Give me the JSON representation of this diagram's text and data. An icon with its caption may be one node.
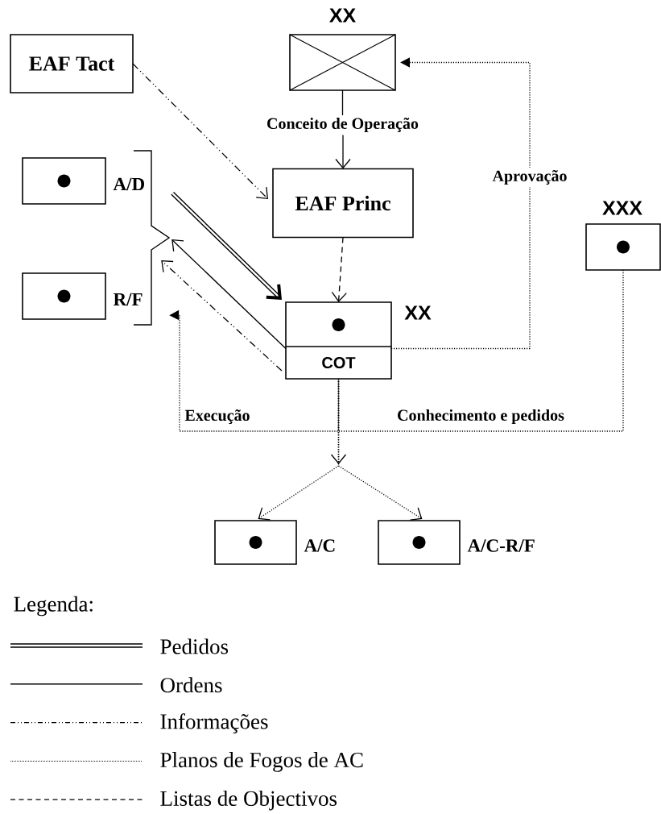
{
  "diagram": {
    "nodes": [
      {
        "text": [
          "EAF Tact"
        ]
      },
      {
        "text": [
          "XX"
        ]
      },
      {
        "text": [
          "EAF Princ"
        ]
      },
      {
        "text": [
          "XX",
          "COT"
        ]
      },
      {
        "text": [
          "A/D"
        ]
      },
      {
        "text": [
          "R/F"
        ]
      },
      {
        "text": [
          "XXX"
        ]
      },
      {
        "text": [
          "A/C"
        ]
      },
      {
        "text": [
          "A/C-R/F"
        ]
      },
      {
        "text": [],
        "shape": "bracket"
      }
    ],
    "edges": [
      {
        "from": 0,
        "to": 2,
        "arrow": "to",
        "style": "dashed"
      },
      {
        "from": 1,
        "to": 2,
        "arrow": "to",
        "label": "Conceito de Operação"
      },
      {
        "from": 2,
        "to": 3,
        "arrow": "to",
        "style": "dashed"
      },
      {
        "from": 9,
        "to": 3,
        "arrow": "to",
        "style": "thick"
      },
      {
        "from": 3,
        "to": 9,
        "arrow": "to"
      },
      {
        "from": 3,
        "to": 9,
        "arrow": "to",
        "style": "dashed"
      },
      {
        "from": 3,
        "to": 1,
        "arrow": "to",
        "style": "dashed",
        "label": "Aprovação"
      },
      {
        "from": 6,
        "to": 3,
        "arrow": "none",
        "style": "dashed",
        "label": "Conhecimento e pedidos"
      },
      {
        "from": 3,
        "to": 9,
        "arrow": "to",
        "style": "dashed",
        "label": "Execução"
      },
      {
        "from": 3,
        "to": 7,
        "arrow": "to",
        "style": "dashed"
      },
      {
        "from": 3,
        "to": 8,
        "arrow": "to",
        "style": "dashed"
      }
    ],
    "labels": [
      "Legenda:"
    ],
    "legend": [
      {
        "text": "Pedidos"
      },
      {
        "text": "Ordens"
      },
      {
        "text": "Informações"
      },
      {
        "text": "Planos de Fogos de AC"
      },
      {
        "text": "Listas de Objectivos"
      }
    ]
  }
}
